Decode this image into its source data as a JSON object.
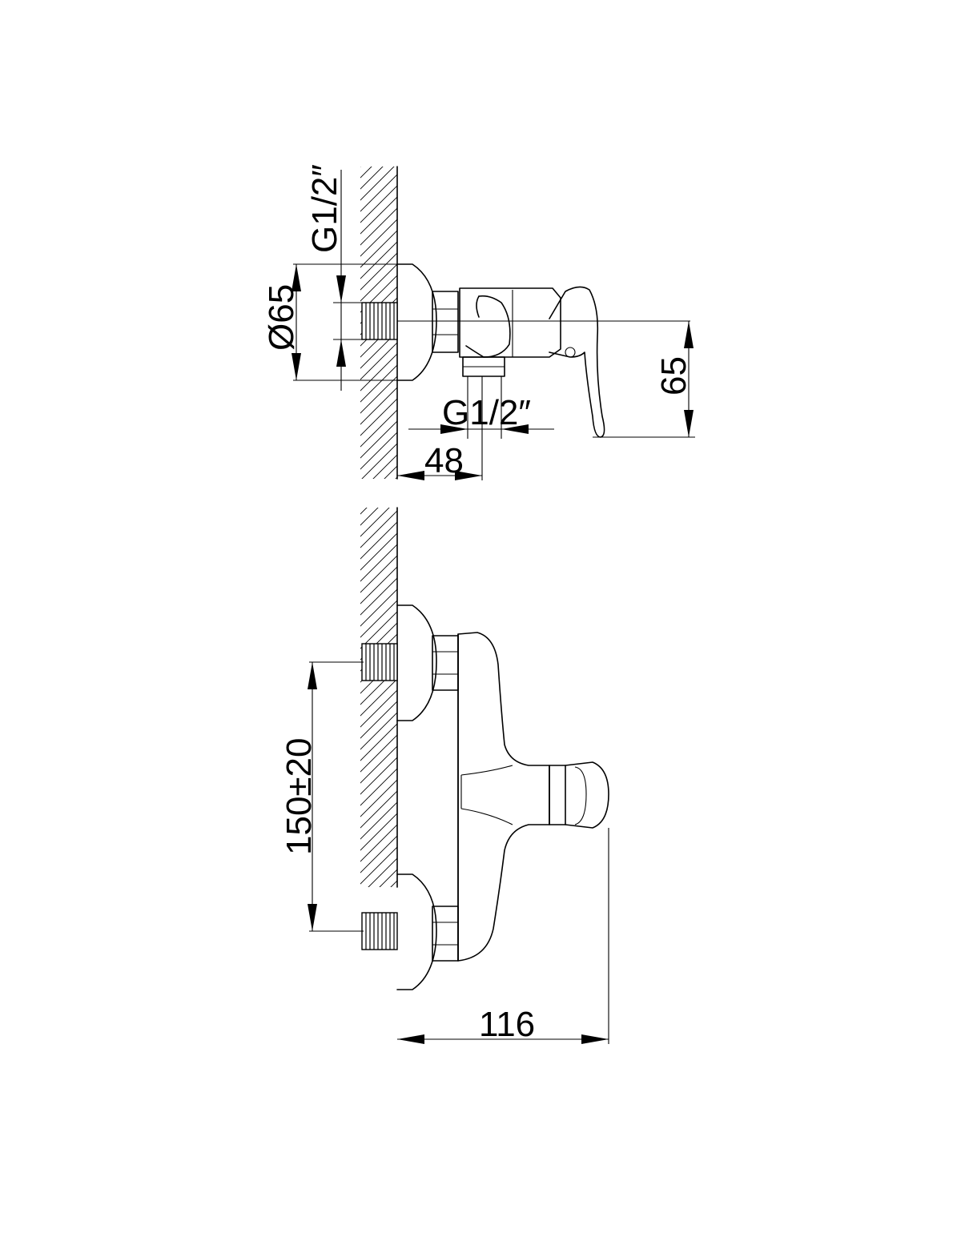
{
  "side_view": {
    "inlet_thread_label": "G1/2″",
    "escutcheon_diameter_label": "Ø65",
    "outlet_thread_label": "G1/2″",
    "outlet_offset_label": "48",
    "handle_drop_label": "65"
  },
  "front_view": {
    "inlet_spacing_label": "150±20",
    "projection_label": "116"
  }
}
